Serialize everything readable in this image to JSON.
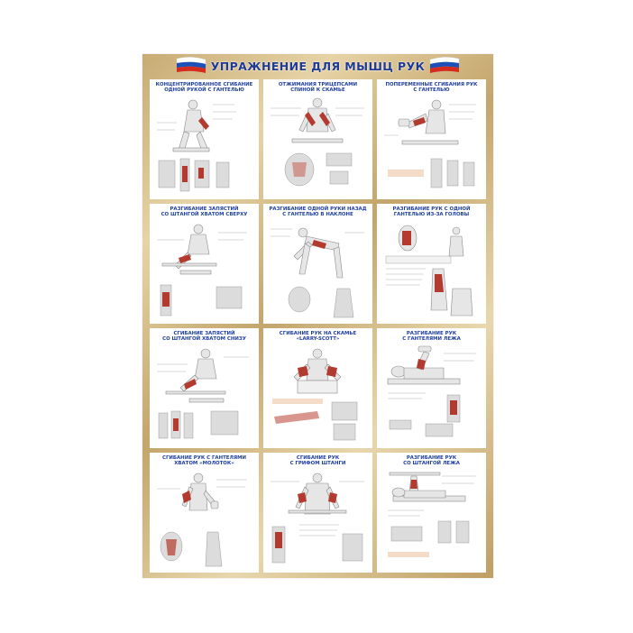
{
  "poster": {
    "title": "УПРАЖНЕНИЕ ДЛЯ МЫШЦ РУК",
    "colors": {
      "frame_gold": "#c8ab74",
      "title_blue": "#1f3a93",
      "panel_title_blue": "#1e3fa0",
      "muscle_red": "#b23a2e",
      "flag_white": "#ffffff",
      "flag_blue": "#1c4fb8",
      "flag_red": "#d52b1e"
    },
    "decorations": [
      "russian-flag-left",
      "russian-flag-right"
    ]
  },
  "exercises": [
    {
      "title": "КОНЦЕНТРИРОВАННОЕ СГИБАНИЕ\nОДНОЙ РУКОЙ С ГАНТЕЛЬЮ"
    },
    {
      "title": "ОТЖИМАНИЯ ТРИЦЕПСАМИ\nСПИНОЙ К СКАМЬЕ"
    },
    {
      "title": "ПОПЕРЕМЕННЫЕ СГИБАНИЯ РУК\nС ГАНТЕЛЬЮ"
    },
    {
      "title": "РАЗГИБАНИЕ ЗАПЯСТИЙ\nСО ШТАНГОЙ ХВАТОМ СВЕРХУ"
    },
    {
      "title": "РАЗГИБАНИЕ ОДНОЙ РУКИ НАЗАД\nС ГАНТЕЛЬЮ В НАКЛОНЕ"
    },
    {
      "title": "РАЗГИБАНИЕ РУК С ОДНОЙ\nГАНТЕЛЬЮ ИЗ-ЗА ГОЛОВЫ"
    },
    {
      "title": "СГИБАНИЕ ЗАПЯСТИЙ\nСО ШТАНГОЙ ХВАТОМ СНИЗУ"
    },
    {
      "title": "СГИБАНИЕ РУК НА СКАМЬЕ\n«LARRY-SCOTT»"
    },
    {
      "title": "РАЗГИБАНИЕ РУК\nС ГАНТЕЛЯМИ ЛЕЖА"
    },
    {
      "title": "СГИБАНИЕ РУК С ГАНТЕЛЯМИ\nХВАТОМ «МОЛОТОК»"
    },
    {
      "title": "СГИБАНИЕ РУК\nС ГРИФОМ ШТАНГИ"
    },
    {
      "title": "РАЗГИБАНИЕ РУК\nСО ШТАНГОЙ ЛЕЖА"
    }
  ]
}
